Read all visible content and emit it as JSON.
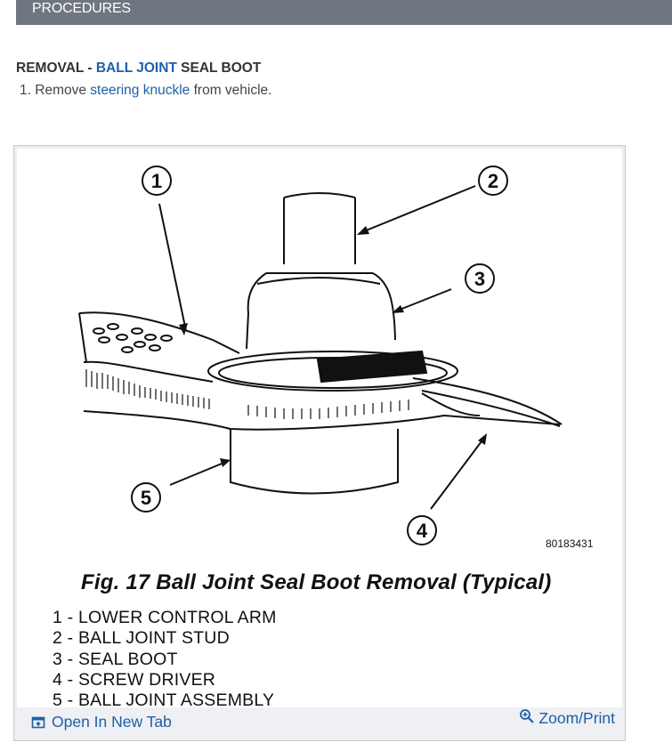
{
  "section": {
    "title": "PROCEDURES"
  },
  "heading": {
    "prefix": "REMOVAL - ",
    "link": "BALL JOINT",
    "suffix": " SEAL BOOT"
  },
  "step": {
    "number": "1.",
    "prefix": "Remove ",
    "link": "steering knuckle",
    "suffix": " from vehicle."
  },
  "figure": {
    "caption": "Fig. 17 Ball Joint Seal Boot Removal (Typical)",
    "id": "80183431",
    "callouts": [
      "1",
      "2",
      "3",
      "4",
      "5"
    ],
    "legend": [
      "1 - LOWER CONTROL ARM",
      "2 - BALL JOINT STUD",
      "3 - SEAL BOOT",
      "4 - SCREW DRIVER",
      "5 - BALL JOINT ASSEMBLY"
    ]
  },
  "footer": {
    "open_label": "Open In New Tab",
    "open_icon": "open-new-tab-icon",
    "zoom_label": "Zoom/Print",
    "zoom_icon": "zoom-in-icon",
    "link_color": "#1e5fa8"
  }
}
